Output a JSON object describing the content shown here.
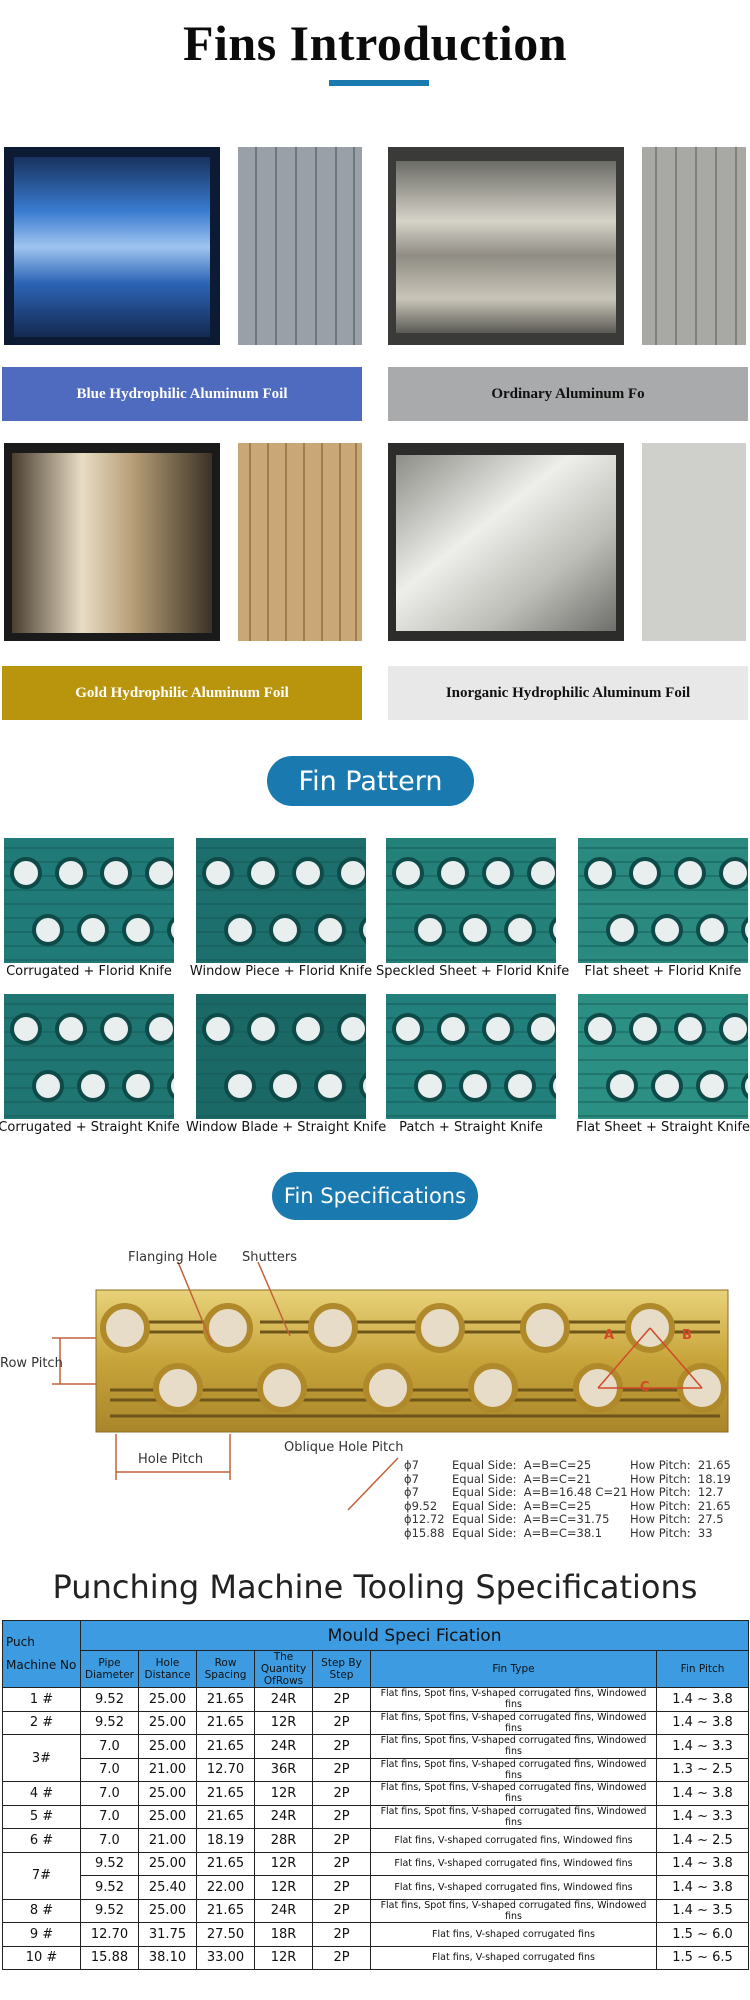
{
  "header": {
    "title": "Fins Introduction"
  },
  "foils": [
    {
      "label": "Blue Hydrophilic Aluminum Foil",
      "bg": "#4f6bbf",
      "fg": "#ffffff",
      "roll_color": "#2e55a8",
      "strip_color": "#8a8f98"
    },
    {
      "label": "Ordinary Aluminum Fo",
      "bg": "#a9aaab",
      "fg": "#111111",
      "roll_color": "#b9b4a8",
      "strip_color": "#9a9a98"
    },
    {
      "label": "Gold Hydrophilic Aluminum Foil",
      "bg": "#b8950d",
      "fg": "#ffffff",
      "roll_color": "#c2a97c",
      "strip_color": "#c8a472"
    },
    {
      "label": "Inorganic Hydrophilic Aluminum Foil",
      "bg": "#e8e8e8",
      "fg": "#111111",
      "roll_color": "#d0d0cc",
      "strip_color": "#cfcfcb"
    }
  ],
  "fin_pattern": {
    "title": "Fin Pattern",
    "items": [
      {
        "caption": "Corrugated + Florid Knife"
      },
      {
        "caption": "Window Piece + Florid Knife"
      },
      {
        "caption": "Speckled Sheet + Florid Knife"
      },
      {
        "caption": "Flat sheet + Florid Knife"
      },
      {
        "caption": "Corrugated + Straight Knife"
      },
      {
        "caption": "Window Blade + Straight Knife"
      },
      {
        "caption": "Patch + Straight Knife"
      },
      {
        "caption": "Flat Sheet + Straight Knife"
      }
    ]
  },
  "fin_specs": {
    "title": "Fin Specifications",
    "labels": {
      "flanging_hole": "Flanging Hole",
      "shutters": "Shutters",
      "row_pitch": "Row Pitch",
      "hole_pitch": "Hole Pitch",
      "oblique_hole_pitch": "Oblique Hole Pitch",
      "a": "A",
      "b": "B",
      "c": "C"
    },
    "spec_lines": [
      {
        "dia": "ϕ7",
        "side": "Equal Side:  A=B=C=25",
        "pitch": "How Pitch:  21.65"
      },
      {
        "dia": "ϕ7",
        "side": "Equal Side:  A=B=C=21",
        "pitch": "How Pitch:  18.19"
      },
      {
        "dia": "ϕ7",
        "side": "Equal Side:  A=B=16.48 C=21",
        "pitch": "How Pitch:  12.7"
      },
      {
        "dia": "ϕ9.52",
        "side": "Equal Side:  A=B=C=25",
        "pitch": "How Pitch:  21.65"
      },
      {
        "dia": "ϕ12.72",
        "side": "Equal Side:  A=B=C=31.75",
        "pitch": "How Pitch:  27.5"
      },
      {
        "dia": "ϕ15.88",
        "side": "Equal Side:  A=B=C=38.1",
        "pitch": "How Pitch:  33"
      }
    ]
  },
  "tooling": {
    "title": "Punching Machine Tooling Specifications",
    "corner": [
      "Puch",
      "Machine No"
    ],
    "group_header": "Mould Speci Fication",
    "columns": [
      "Pipe\nDiameter",
      "Hole\nDistance",
      "Row\nSpacing",
      "The\nQuantity\nOfRows",
      "Step By\nStep",
      "Fin Type",
      "Fin Pitch"
    ],
    "rows": [
      {
        "machine": "1 #",
        "span": 1,
        "cells": [
          "9.52",
          "25.00",
          "21.65",
          "24R",
          "2P",
          "Flat fins, Spot fins, V-shaped corrugated fins, Windowed fins",
          "1.4 ~ 3.8"
        ]
      },
      {
        "machine": "2 #",
        "span": 1,
        "cells": [
          "9.52",
          "25.00",
          "21.65",
          "12R",
          "2P",
          "Flat fins, Spot fins, V-shaped corrugated fins, Windowed fins",
          "1.4 ~ 3.8"
        ]
      },
      {
        "machine": "3#",
        "span": 2,
        "cells": [
          "7.0",
          "25.00",
          "21.65",
          "24R",
          "2P",
          "Flat fins, Spot fins, V-shaped corrugated fins, Windowed fins",
          "1.4 ~ 3.3"
        ]
      },
      {
        "machine": "",
        "span": 0,
        "cells": [
          "7.0",
          "21.00",
          "12.70",
          "36R",
          "2P",
          "Flat fins, Spot fins, V-shaped corrugated fins, Windowed fins",
          "1.3 ~ 2.5"
        ]
      },
      {
        "machine": "4 #",
        "span": 1,
        "cells": [
          "7.0",
          "25.00",
          "21.65",
          "12R",
          "2P",
          "Flat fins, Spot fins, V-shaped corrugated fins, Windowed fins",
          "1.4 ~ 3.8"
        ]
      },
      {
        "machine": "5 #",
        "span": 1,
        "cells": [
          "7.0",
          "25.00",
          "21.65",
          "24R",
          "2P",
          "Flat fins, Spot fins, V-shaped corrugated fins, Windowed fins",
          "1.4 ~ 3.3"
        ]
      },
      {
        "machine": "6 #",
        "span": 1,
        "cells": [
          "7.0",
          "21.00",
          "18.19",
          "28R",
          "2P",
          "Flat fins, V-shaped corrugated fins, Windowed fins",
          "1.4 ~ 2.5"
        ]
      },
      {
        "machine": "7#",
        "span": 2,
        "cells": [
          "9.52",
          "25.00",
          "21.65",
          "12R",
          "2P",
          "Flat fins, V-shaped corrugated fins, Windowed fins",
          "1.4 ~ 3.8"
        ]
      },
      {
        "machine": "",
        "span": 0,
        "cells": [
          "9.52",
          "25.40",
          "22.00",
          "12R",
          "2P",
          "Flat fins, V-shaped corrugated fins, Windowed fins",
          "1.4 ~ 3.8"
        ]
      },
      {
        "machine": "8 #",
        "span": 1,
        "cells": [
          "9.52",
          "25.00",
          "21.65",
          "24R",
          "2P",
          "Flat fins, Spot fins, V-shaped corrugated fins, Windowed fins",
          "1.4 ~ 3.5"
        ]
      },
      {
        "machine": "9 #",
        "span": 1,
        "cells": [
          "12.70",
          "31.75",
          "27.50",
          "18R",
          "2P",
          "Flat fins, V-shaped corrugated fins",
          "1.5 ~ 6.0"
        ]
      },
      {
        "machine": "10 #",
        "span": 1,
        "cells": [
          "15.88",
          "38.10",
          "33.00",
          "12R",
          "2P",
          "Flat fins, V-shaped corrugated fins",
          "1.5 ~ 6.5"
        ]
      }
    ]
  }
}
